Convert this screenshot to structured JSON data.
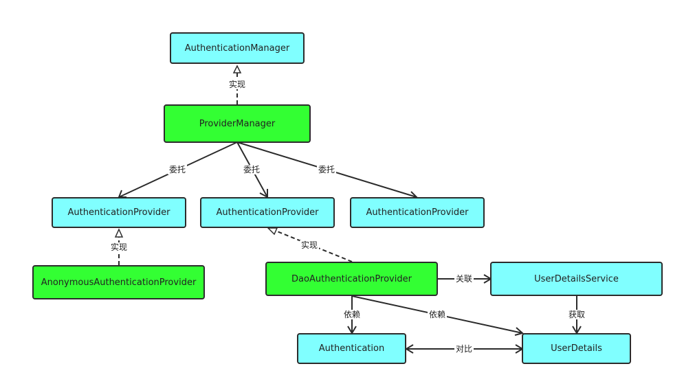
{
  "nodes": {
    "authentication_manager": "AuthenticationManager",
    "provider_manager": "ProviderManager",
    "auth_provider_1": "AuthenticationProvider",
    "auth_provider_2": "AuthenticationProvider",
    "auth_provider_3": "AuthenticationProvider",
    "anonymous_auth_provider": "AnonymousAuthenticationProvider",
    "dao_auth_provider": "DaoAuthenticationProvider",
    "user_details_service": "UserDetailsService",
    "authentication": "Authentication",
    "user_details": "UserDetails"
  },
  "edges": {
    "implements_manager": "实现",
    "delegate_1": "委托",
    "delegate_2": "委托",
    "delegate_3": "委托",
    "implements_anonymous": "实现",
    "implements_dao": "实现",
    "associates": "关联",
    "depends_authentication": "依赖",
    "depends_userdetails": "依赖",
    "obtains": "获取",
    "compares": "对比"
  },
  "colors": {
    "interface_fill": "#80ffff",
    "implementation_fill": "#33ff33",
    "line": "#2b2b2b"
  }
}
